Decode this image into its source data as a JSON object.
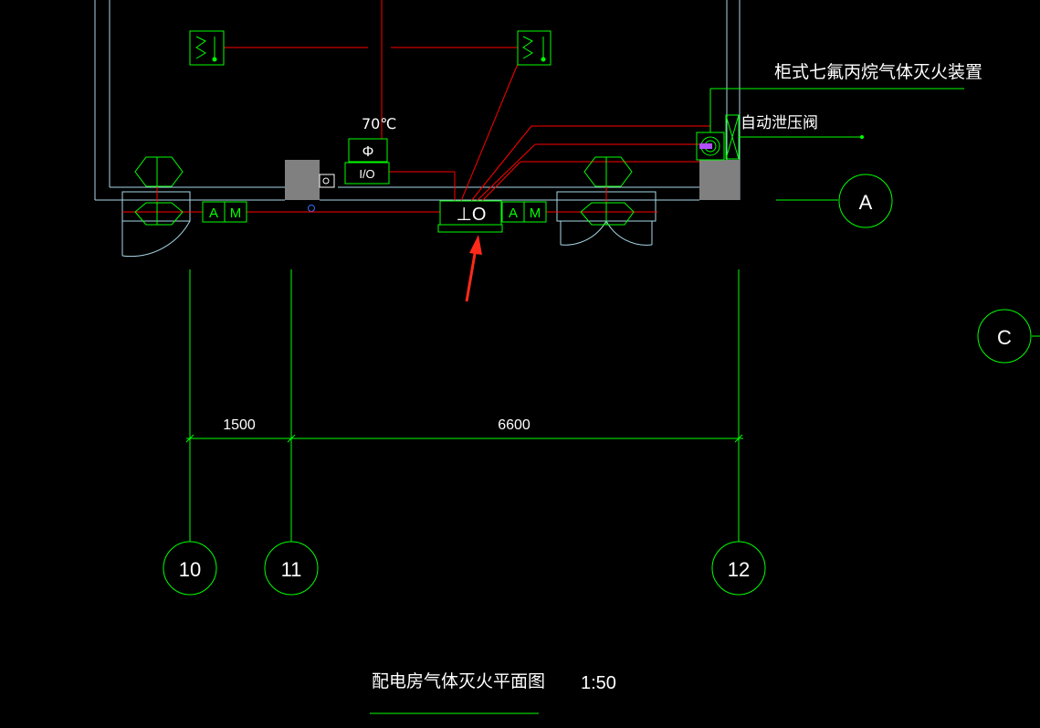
{
  "drawing": {
    "title": "配电房气体灭火平面图",
    "scale": "1:50",
    "labels": {
      "device": "柜式七氟丙烷气体灭火装置",
      "valve": "自动泄压阀",
      "temperature": "70℃"
    },
    "symbols": {
      "phi": "Φ",
      "io": "I/O",
      "am": [
        "A",
        "M"
      ],
      "bell": "⊥O"
    },
    "dimensions": [
      "1500",
      "6600"
    ],
    "axes": {
      "vertical": [
        "10",
        "11",
        "12"
      ],
      "horizontal": [
        "A",
        "C"
      ]
    }
  },
  "colors": {
    "background": "#000000",
    "green": "#00ff00",
    "red": "#ff0000",
    "wall": "#a8d8e8",
    "white": "#ffffff",
    "gray": "#808080",
    "arrow": "#ff2a1a"
  }
}
